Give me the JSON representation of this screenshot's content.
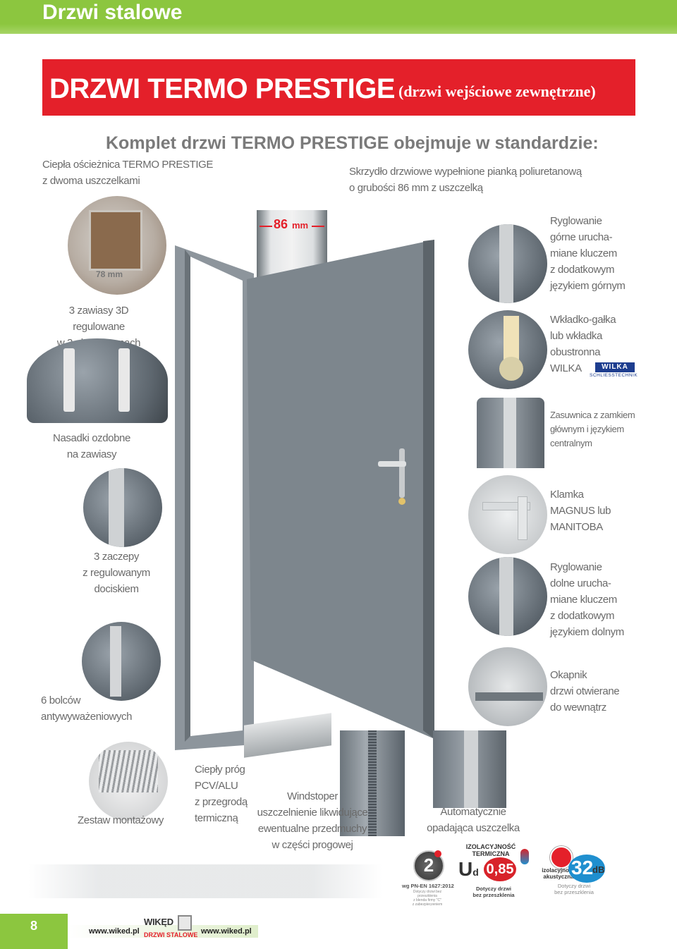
{
  "header": {
    "section_title": "Drzwi stalowe",
    "main_title": "DRZWI TERMO PRESTIGE",
    "main_subtitle": "(drzwi wejściowe zewnętrzne)",
    "kit_heading": "Komplet drzwi TERMO PRESTIGE obejmuje w standardzie:"
  },
  "features_left": {
    "frame_l1": "Ciepła ościeżnica TERMO PRESTIGE",
    "frame_l2": "z dwoma uszczelkami",
    "hinges_l1": "3 zawiasy 3D regulowane",
    "hinges_l2": "w 3 płaszczyznach",
    "caps_l1": "Nasadki ozdobne",
    "caps_l2": "na zawiasy",
    "catches_l1": "3 zaczepy",
    "catches_l2": "z regulowanym",
    "catches_l3": "dociskiem",
    "bolts_l1": "6 bolców",
    "bolts_l2": "antywyważeniowych"
  },
  "features_top": {
    "leaf_l1": "Skrzydło drzwiowe wypełnione pianką poliuretanową",
    "leaf_l2": "o grubości 86 mm z uszczelką",
    "dim_frame": "78 mm",
    "dim_leaf_num": "86",
    "dim_leaf_unit": "mm"
  },
  "features_right": {
    "top_lock": [
      "Ryglowanie",
      "górne urucha-",
      "miane kluczem",
      "z dodatkowym",
      "językiem górnym"
    ],
    "cylinder": [
      "Wkładko-gałka",
      "lub wkładka",
      "obustronna",
      "WILKA"
    ],
    "wilka_logo": "WILKA",
    "wilka_sub": "SCHLIESSTECHNIK",
    "main_lock": [
      "Zasuwnica z zamkiem",
      "głównym i językiem",
      "centralnym"
    ],
    "handle": [
      "Klamka",
      "MAGNUS lub",
      "MANITOBA"
    ],
    "bottom_lock": [
      "Ryglowanie",
      "dolne urucha-",
      "miane kluczem",
      "z dodatkowym",
      "językiem dolnym"
    ],
    "drip": [
      "Okapnik",
      "drzwi otwierane",
      "do wewnątrz"
    ]
  },
  "features_bottom": {
    "mount_kit": "Zestaw montażowy",
    "threshold": [
      "Ciepły próg",
      "PCV/ALU",
      "z przegrodą",
      "termiczną"
    ],
    "windstopper": [
      "Windstoper",
      "uszczelnienie likwidujące",
      "ewentualne przedmuchy",
      "w części progowej"
    ],
    "auto_seal": [
      "Automatycznie",
      "opadająca uszczelka"
    ]
  },
  "badges": {
    "burglary_class": "2",
    "burglary_norm": "wg PN-EN 1627:2012",
    "burglary_note": [
      "Dotyczy drzwi bez przeszklenia",
      "z blenda firmy \"C\"",
      "z zabezpieczeniem"
    ],
    "thermal_title": "IZOLACYJNOŚĆ TERMICZNA",
    "thermal_symbol": "U",
    "thermal_sub": "d",
    "thermal_value": "0,85",
    "thermal_note": [
      "Dotyczy drzwi",
      "bez przeszklenia"
    ],
    "acoustic_title": [
      "izolacyjność",
      "akustyczna"
    ],
    "acoustic_value": "32",
    "acoustic_unit": "dB",
    "acoustic_note": [
      "Dotyczy drzwi",
      "bez przeszklenia"
    ]
  },
  "footer": {
    "page_number": "8",
    "url_left": "www.wiked.pl",
    "logo_main": "WIKĘD",
    "logo_sub": "DRZWI STALOWE",
    "url_right": "www.wiked.pl"
  },
  "colors": {
    "brand_red": "#e4202a",
    "brand_green": "#8cc63f",
    "thermal_red": "#d8232a",
    "acoustic_blue": "#1f8fcf"
  }
}
